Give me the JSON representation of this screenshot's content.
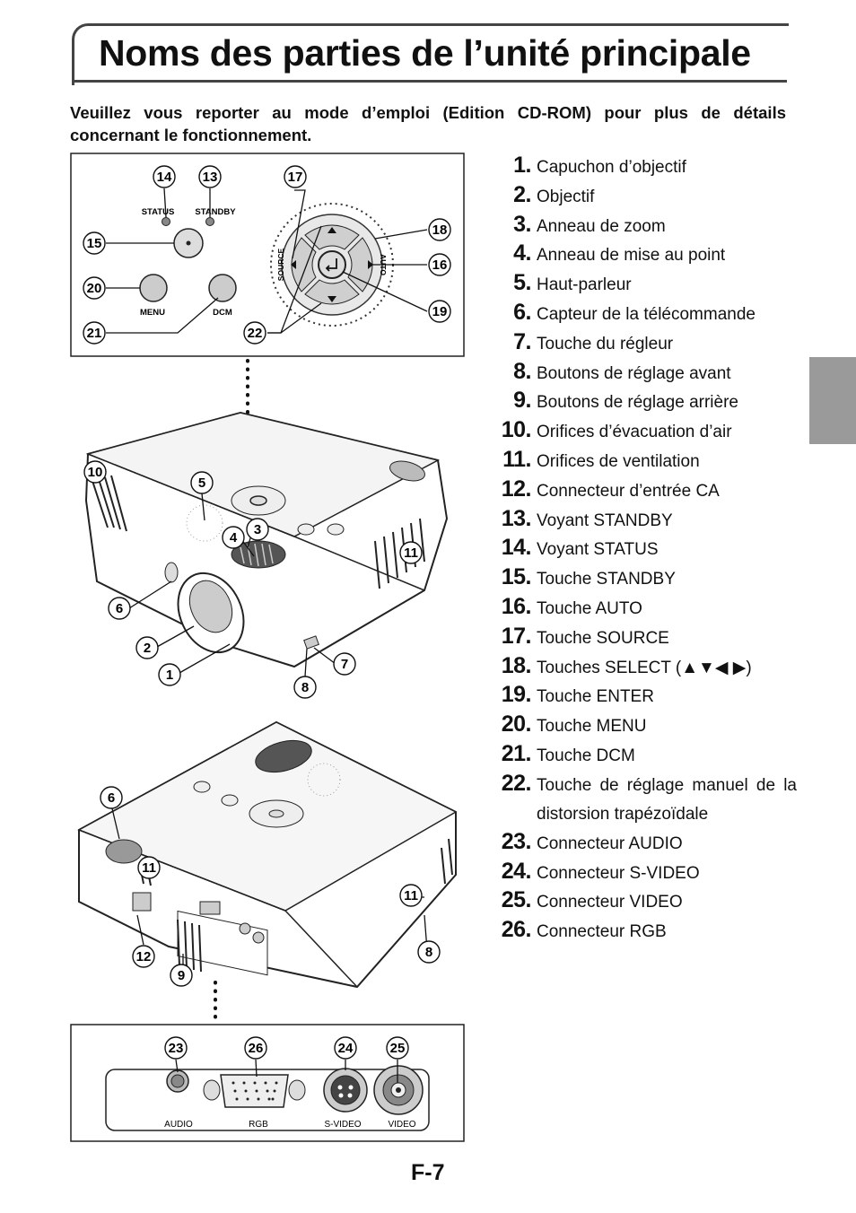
{
  "page": {
    "title": "Noms des parties de l’unité principale",
    "intro": "Veuillez vous reporter au mode d’emploi (Edition CD-ROM) pour plus de détails concernant le fonctionnement.",
    "page_number": "F-7"
  },
  "parts": [
    {
      "num": "1.",
      "label": "Capuchon d’objectif"
    },
    {
      "num": "2.",
      "label": "Objectif"
    },
    {
      "num": "3.",
      "label": "Anneau de zoom"
    },
    {
      "num": "4.",
      "label": "Anneau de mise au point"
    },
    {
      "num": "5.",
      "label": "Haut-parleur"
    },
    {
      "num": "6.",
      "label": "Capteur de la télécommande"
    },
    {
      "num": "7.",
      "label": "Touche du régleur"
    },
    {
      "num": "8.",
      "label": "Boutons de réglage avant"
    },
    {
      "num": "9.",
      "label": "Boutons de réglage arrière"
    },
    {
      "num": "10.",
      "label": "Orifices d’évacuation d’air"
    },
    {
      "num": "11.",
      "label": "Orifices de ventilation"
    },
    {
      "num": "12.",
      "label": "Connecteur d’entrée CA"
    },
    {
      "num": "13.",
      "label": "Voyant STANDBY"
    },
    {
      "num": "14.",
      "label": "Voyant STATUS"
    },
    {
      "num": "15.",
      "label": "Touche STANDBY"
    },
    {
      "num": "16.",
      "label": "Touche AUTO"
    },
    {
      "num": "17.",
      "label": "Touche SOURCE"
    },
    {
      "num": "18.",
      "label": "Touches SELECT (▲▼◀ ▶)"
    },
    {
      "num": "19.",
      "label": "Touche ENTER"
    },
    {
      "num": "20.",
      "label": "Touche MENU"
    },
    {
      "num": "21.",
      "label": "Touche DCM"
    },
    {
      "num": "22.",
      "label": "Touche de réglage manuel de la distorsion trapézoïdale"
    },
    {
      "num": "23.",
      "label": "Connecteur AUDIO"
    },
    {
      "num": "24.",
      "label": "Connecteur S-VIDEO"
    },
    {
      "num": "25.",
      "label": "Connecteur VIDEO"
    },
    {
      "num": "26.",
      "label": "Connecteur RGB"
    }
  ],
  "control_panel": {
    "status": "STATUS",
    "standby": "STANDBY",
    "menu": "MENU",
    "dcm": "DCM",
    "source": "SOURCE",
    "auto": "AUTO",
    "callouts": {
      "c14": "14",
      "c13": "13",
      "c17": "17",
      "c15": "15",
      "c18": "18",
      "c16": "16",
      "c20": "20",
      "c19": "19",
      "c21": "21",
      "c22": "22"
    }
  },
  "front_view": {
    "callouts": {
      "c10": "10",
      "c5": "5",
      "c3": "3",
      "c4": "4",
      "c11": "11",
      "c6": "6",
      "c2": "2",
      "c1": "1",
      "c7": "7",
      "c8": "8"
    }
  },
  "rear_view": {
    "callouts": {
      "c6": "6",
      "c11a": "11",
      "c11b": "11",
      "c12": "12",
      "c9": "9",
      "c8": "8"
    }
  },
  "connector_panel": {
    "audio": "AUDIO",
    "rgb": "RGB",
    "svideo": "S-VIDEO",
    "video": "VIDEO",
    "callouts": {
      "c23": "23",
      "c26": "26",
      "c24": "24",
      "c25": "25"
    }
  }
}
